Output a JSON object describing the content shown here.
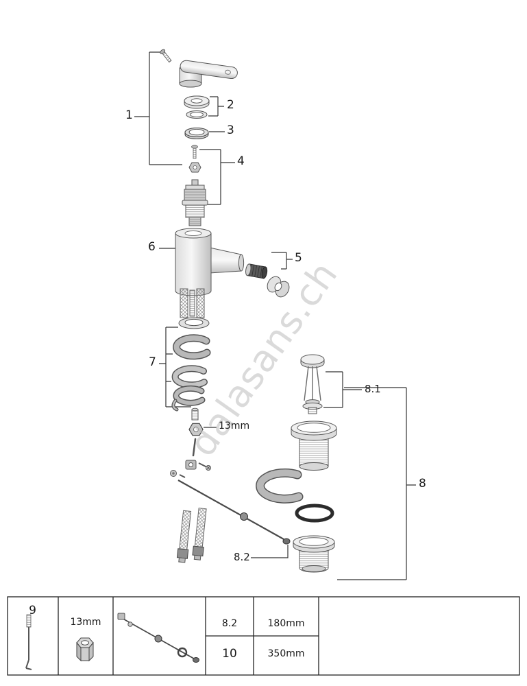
{
  "watermark": "dalasans.ch",
  "diagram": {
    "part_labels": {
      "p1": "1",
      "p2": "2",
      "p3": "3",
      "p4": "4",
      "p5": "5",
      "p6": "6",
      "p7": "7",
      "p8": "8",
      "p8_1": "8.1",
      "p8_2": "8.2",
      "wrench_size": "13mm"
    }
  },
  "legend": {
    "part9_label": "9",
    "wrench_size": "13mm",
    "rows": [
      {
        "key": "8.2",
        "value": "180mm"
      },
      {
        "key": "10",
        "value": "350mm"
      }
    ]
  },
  "colors": {
    "diagram_line": "#333333",
    "gray_part": "#b8b8b8",
    "watermark": "#bdbdbd",
    "background": "#ffffff"
  }
}
